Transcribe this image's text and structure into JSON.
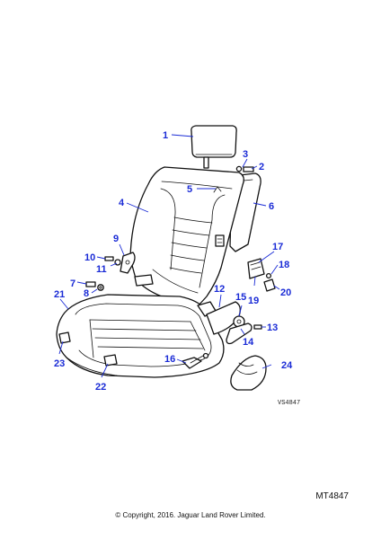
{
  "diagram": {
    "image_code": "VS4847",
    "callouts": [
      {
        "id": "1",
        "label": "1"
      },
      {
        "id": "2",
        "label": "2"
      },
      {
        "id": "3",
        "label": "3"
      },
      {
        "id": "4",
        "label": "4"
      },
      {
        "id": "5",
        "label": "5"
      },
      {
        "id": "6",
        "label": "6"
      },
      {
        "id": "7",
        "label": "7"
      },
      {
        "id": "8",
        "label": "8"
      },
      {
        "id": "9",
        "label": "9"
      },
      {
        "id": "10",
        "label": "10"
      },
      {
        "id": "11",
        "label": "11"
      },
      {
        "id": "12",
        "label": "12"
      },
      {
        "id": "13",
        "label": "13"
      },
      {
        "id": "14",
        "label": "14"
      },
      {
        "id": "15",
        "label": "15"
      },
      {
        "id": "16",
        "label": "16"
      },
      {
        "id": "17",
        "label": "17"
      },
      {
        "id": "18",
        "label": "18"
      },
      {
        "id": "19",
        "label": "19"
      },
      {
        "id": "20",
        "label": "20"
      },
      {
        "id": "21",
        "label": "21"
      },
      {
        "id": "22",
        "label": "22"
      },
      {
        "id": "23",
        "label": "23"
      },
      {
        "id": "24",
        "label": "24"
      }
    ],
    "callout_color": "#1a2bd6"
  },
  "footer": {
    "mt_code": "MT4847",
    "copyright": "© Copyright, 2016. Jaguar Land Rover Limited."
  }
}
